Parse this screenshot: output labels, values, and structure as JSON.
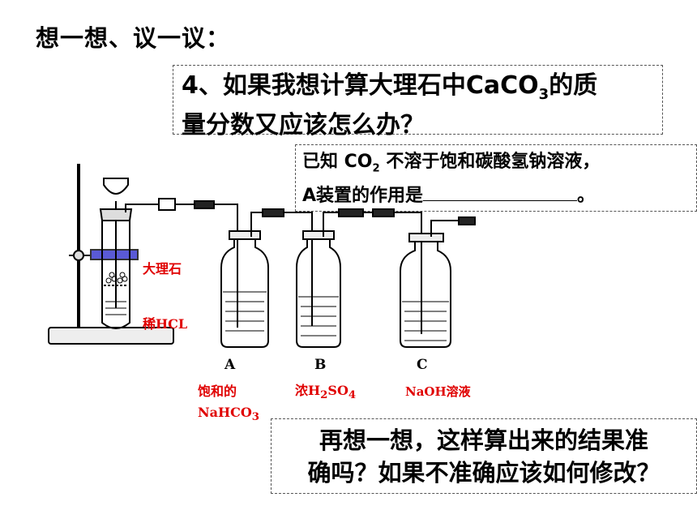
{
  "heading": "想一想、议一议：",
  "question": {
    "line1_pre": "4、如果我想计算大理石中CaCO",
    "line1_sub": "3",
    "line1_post": "的质",
    "line2": "量分数又应该怎么办？"
  },
  "known": {
    "line1_pre": "已知 CO",
    "line1_sub": "2",
    "line1_post": " 不溶于饱和碳酸氢钠溶液，",
    "line2_pre": "A装置的作用是",
    "line2_post": "。"
  },
  "rethink": {
    "line1": "再想一想，这样算出来的结果准",
    "line2": "确吗？如果不准确应该如何修改？"
  },
  "labels": {
    "marble": "大理石",
    "acid": "稀HCL",
    "bottle_a": "A",
    "bottle_b": "B",
    "bottle_c": "C",
    "reagent_a_line1": "饱和的",
    "reagent_a_line2_pre": "NaHCO",
    "reagent_a_line2_sub": "3",
    "reagent_b_pre": "浓H",
    "reagent_b_sub1": "2",
    "reagent_b_mid": "SO",
    "reagent_b_sub2": "4",
    "reagent_c": "NaOH溶液"
  },
  "colors": {
    "label_red": "#e00000",
    "clamp_blue": "#5a5ad6"
  }
}
